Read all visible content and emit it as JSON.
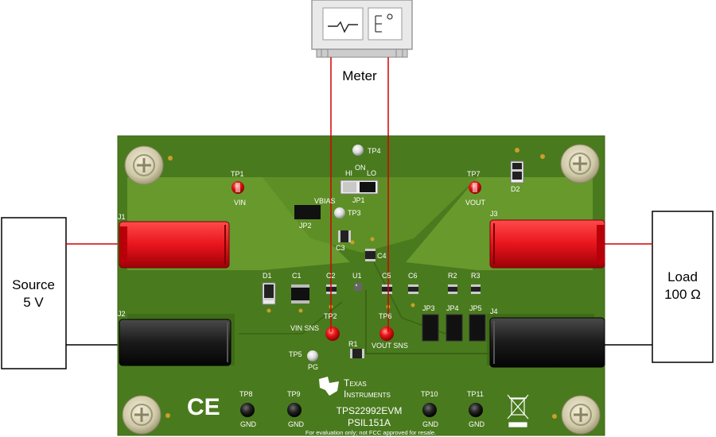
{
  "external": {
    "meter": "Meter",
    "source_line1": "Source",
    "source_line2": "5 V",
    "load_line1": "Load",
    "load_line2": "100 Ω"
  },
  "test_points": {
    "tp1": "TP1",
    "tp2": "TP2",
    "tp3": "TP3",
    "tp4": "TP4",
    "tp5": "TP5",
    "tp6": "TP6",
    "tp7": "TP7",
    "tp8": "TP8",
    "tp9": "TP9",
    "tp10": "TP10",
    "tp11": "TP11"
  },
  "net_labels": {
    "vin": "VIN",
    "vout": "VOUT",
    "vbias": "VBIAS",
    "on": "ON",
    "hi": "HI",
    "lo": "LO",
    "vin_sns": "VIN SNS",
    "vout_sns": "VOUT SNS",
    "pg": "PG",
    "gnd8": "GND",
    "gnd9": "GND",
    "gnd10": "GND",
    "gnd11": "GND"
  },
  "designators": {
    "j1": "J1",
    "j2": "J2",
    "j3": "J3",
    "j4": "J4",
    "jp1": "JP1",
    "jp2": "JP2",
    "jp3": "JP3",
    "jp4": "JP4",
    "jp5": "JP5",
    "c1": "C1",
    "c2": "C2",
    "c3": "C3",
    "c4": "C4",
    "c5": "C5",
    "c6": "C6",
    "d1": "D1",
    "d2": "D2",
    "u1": "U1",
    "r1": "R1",
    "r2": "R2",
    "r3": "R3"
  },
  "board": {
    "logo_line1": "Texas",
    "logo_line2": "Instruments",
    "part_number": "TPS22992EVM",
    "pcb_code": "PSIL151A",
    "disclaimer": "For evaluation only; not FCC approved for resale.",
    "ce_mark": "CE"
  },
  "colors": {
    "pcb_dark": "#4a7a1e",
    "pcb_light": "#65962c",
    "connector_red": "#e8141c",
    "connector_black": "#1a1a1a",
    "wire_red": "#d40000"
  }
}
